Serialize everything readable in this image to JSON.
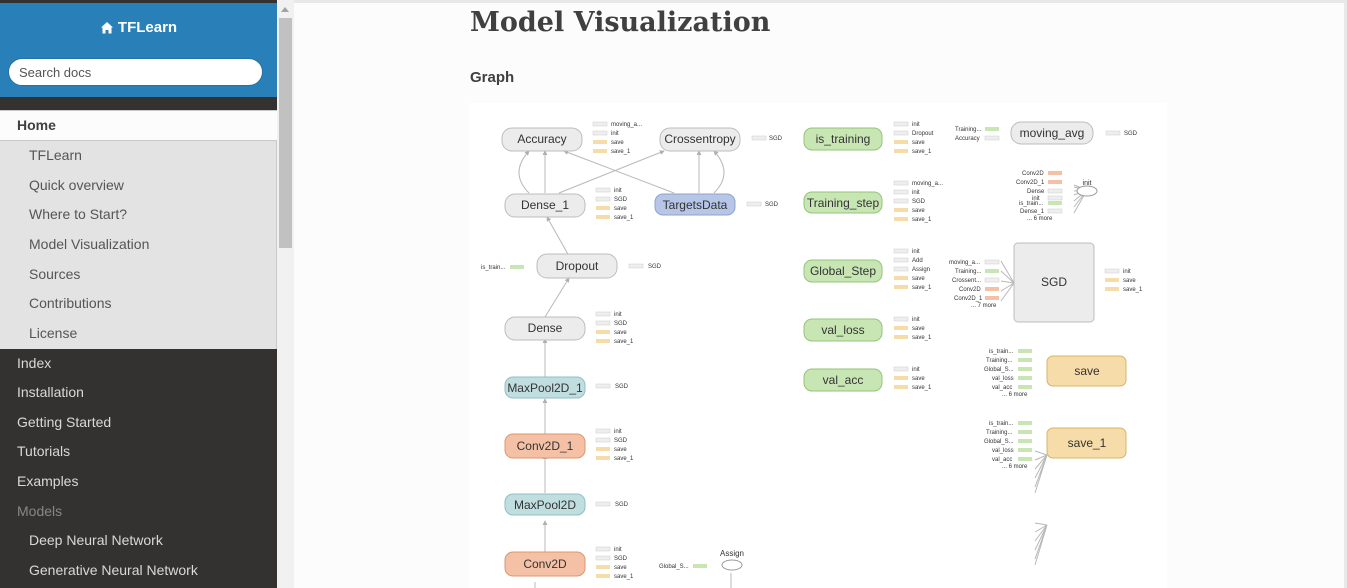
{
  "sidebar": {
    "project_name": "TFLearn",
    "search_placeholder": "Search docs",
    "current_item": "Home",
    "sub_items": [
      "TFLearn",
      "Quick overview",
      "Where to Start?",
      "Model Visualization",
      "Sources",
      "Contributions",
      "License"
    ],
    "top_items": [
      "Index",
      "Installation",
      "Getting Started",
      "Tutorials",
      "Examples"
    ],
    "caption": "Models",
    "model_items": [
      "Deep Neural Network",
      "Generative Neural Network"
    ]
  },
  "main": {
    "title": "Model Visualization",
    "section": "Graph"
  },
  "graph": {
    "nodes": {
      "accuracy": "Accuracy",
      "crossentropy": "Crossentropy",
      "dense_1": "Dense_1",
      "targets": "TargetsData",
      "dropout": "Dropout",
      "dense": "Dense",
      "maxpool_1": "MaxPool2D_1",
      "conv_1": "Conv2D_1",
      "maxpool": "MaxPool2D",
      "conv": "Conv2D",
      "is_training": "is_training",
      "training_step": "Training_step",
      "global_step": "Global_Step",
      "val_loss": "val_loss",
      "val_acc": "val_acc",
      "moving_avg": "moving_avg",
      "sgd": "SGD",
      "save": "save",
      "save_1": "save_1",
      "init": "init",
      "assign": "Assign"
    },
    "ports": {
      "accuracy": [
        "moving_a...",
        "init",
        "save",
        "save_1"
      ],
      "dense_1": [
        "init",
        "SGD",
        "save",
        "save_1"
      ],
      "dense": [
        "init",
        "SGD",
        "save",
        "save_1"
      ],
      "conv_1": [
        "init",
        "SGD",
        "save",
        "save_1"
      ],
      "conv": [
        "init",
        "SGD",
        "save",
        "save_1"
      ],
      "is_training": [
        "init",
        "Dropout",
        "save",
        "save_1"
      ],
      "training_step": [
        "moving_a...",
        "init",
        "SGD",
        "save",
        "save_1"
      ],
      "global_step": [
        "init",
        "Add",
        "Assign",
        "save",
        "save_1"
      ],
      "val_loss": [
        "init",
        "save",
        "save_1"
      ],
      "val_acc": [
        "init",
        "save",
        "save_1"
      ],
      "moving_avg_in": [
        "Training...",
        "Accuracy"
      ],
      "init_in": [
        "Conv2D",
        "Conv2D_1",
        "Dense",
        "init",
        "is_train...",
        "Dense_1",
        "... 6 more"
      ],
      "sgd_in": [
        "moving_a...",
        "Training...",
        "Crossent...",
        "Conv2D",
        "Conv2D_1",
        "... 7 more"
      ],
      "sgd_out": [
        "init",
        "save",
        "save_1"
      ],
      "save_in": [
        "is_train...",
        "Training...",
        "Global_S...",
        "val_loss",
        "val_acc",
        "... 6 more"
      ],
      "save_1_in": [
        "is_train...",
        "Training...",
        "Global_S...",
        "val_loss",
        "val_acc",
        "... 6 more"
      ],
      "dropout_in": "is_train...",
      "assign_in": "Global_S...",
      "sgd_label": "SGD"
    }
  },
  "colors": {
    "sidebar_bg": "#343131",
    "brand_blue": "#2980b9",
    "gray_node": "#ececec",
    "green_node": "#c8e6b4",
    "teal_node": "#c0dde0",
    "orange_node": "#f4c1a6",
    "blue_node": "#b7c5e6",
    "tan_node": "#f6dca8"
  }
}
